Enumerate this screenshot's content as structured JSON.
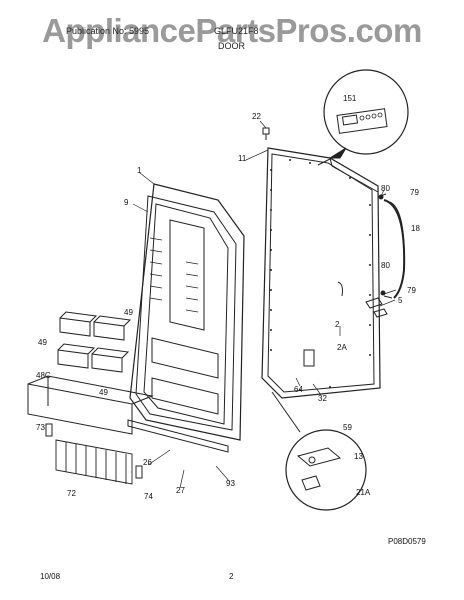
{
  "header": {
    "watermark": "AppliancePartsPros.com",
    "title_left": "Publication No: 5995",
    "title_right": "GLFU21F8",
    "section": "DOOR"
  },
  "labels": [
    "151",
    "22",
    "11",
    "1",
    "9",
    "80",
    "79",
    "18",
    "80",
    "79",
    "5",
    "49",
    "49",
    "49",
    "48C",
    "2",
    "2A",
    "64",
    "32",
    "59",
    "13",
    "73",
    "26",
    "72",
    "74",
    "27",
    "93",
    "21A"
  ],
  "diagram_code": "P08D0579",
  "footer": {
    "date": "10/08",
    "page": "2"
  }
}
